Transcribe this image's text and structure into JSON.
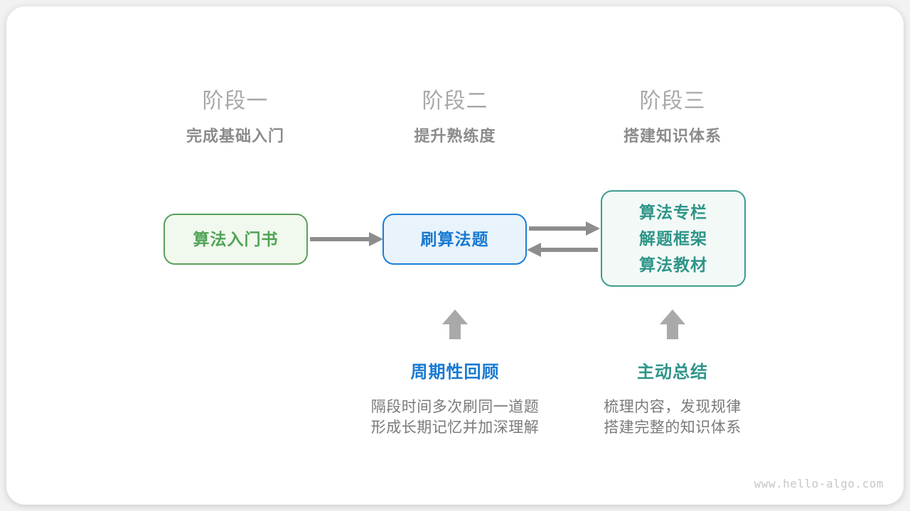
{
  "stages": [
    {
      "header": "阶段一",
      "subheader": "完成基础入门"
    },
    {
      "header": "阶段二",
      "subheader": "提升熟练度"
    },
    {
      "header": "阶段三",
      "subheader": "搭建知识体系"
    }
  ],
  "boxes": [
    {
      "lines": [
        "算法入门书"
      ],
      "theme": "green"
    },
    {
      "lines": [
        "刷算法题"
      ],
      "theme": "blue"
    },
    {
      "lines": [
        "算法专栏",
        "解题框架",
        "算法教材"
      ],
      "theme": "teal"
    }
  ],
  "notes": [
    {
      "title": "周期性回顾",
      "desc_lines": [
        "隔段时间多次刷同一道题",
        "形成长期记忆并加深理解"
      ],
      "theme": "blue"
    },
    {
      "title": "主动总结",
      "desc_lines": [
        "梳理内容，发现规律",
        "搭建完整的知识体系"
      ],
      "theme": "teal"
    }
  ],
  "watermark": "www.hello-algo.com",
  "colors": {
    "green_border": "#5aa05a",
    "green_bg": "#f1f8ee",
    "green_text": "#4fa355",
    "blue_border": "#1b7ed8",
    "blue_bg": "#e8f3fb",
    "blue_text": "#1779d2",
    "teal_border": "#3d9d90",
    "teal_bg": "#f3f9f7",
    "teal_text": "#2e9588",
    "connector_arrow_gray": "#8d8d8d",
    "block_arrow_gray": "#a9a9a9",
    "stage_title_gray": "#a8a8a8",
    "stage_subtitle_gray": "#8b8b8b",
    "description_gray": "#7a7a7a",
    "watermark_gray": "#c6c6c6"
  }
}
